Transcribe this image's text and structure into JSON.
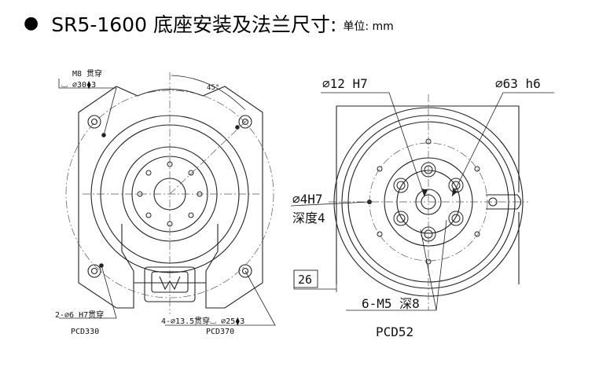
{
  "header": {
    "bullet": "●",
    "title": "SR5-1600 底座安装及法兰尺寸:",
    "unit": "单位: mm"
  },
  "left_view": {
    "m8_label": "M8 贯穿",
    "counterbore_label": "⌴ ∅30⧫3",
    "angle_label": "45°",
    "pin_label": "2-∅6 H7贯穿",
    "pin_pcd": "PCD330",
    "bolt_label": "4-∅13.5贯穿⌴ ∅25⧫3",
    "bolt_pcd": "PCD370"
  },
  "right_view": {
    "bore_label": "∅12 H7",
    "shaft_label": "∅63 h6",
    "pin_label": "∅4H7",
    "depth_label": "深度4",
    "offset_label": "26",
    "thread_label": "6-M5 深8",
    "thread_pcd": "PCD52"
  }
}
